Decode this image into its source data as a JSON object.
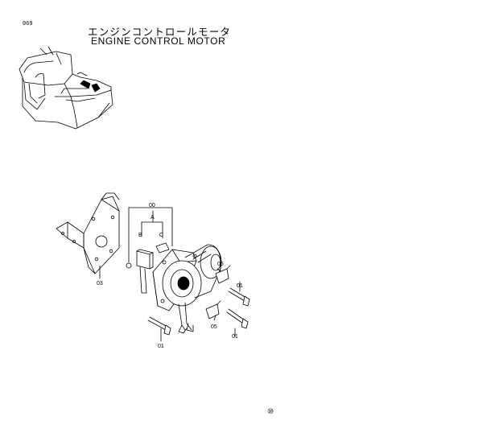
{
  "page_number": "069",
  "title_jp": "エンジンコントロールモータ",
  "title_en": "ENGINE  CONTROL  MOTOR",
  "callouts": [
    {
      "id": "00",
      "label": "00"
    },
    {
      "id": "A",
      "label": "A"
    },
    {
      "id": "B",
      "label": "B"
    },
    {
      "id": "C",
      "label": "C"
    },
    {
      "id": "03",
      "label": "03"
    },
    {
      "id": "05a",
      "label": "05"
    },
    {
      "id": "01a",
      "label": "01"
    },
    {
      "id": "05b",
      "label": "05"
    },
    {
      "id": "01b",
      "label": "01"
    },
    {
      "id": "01c",
      "label": "01"
    }
  ],
  "footer_symbol": "⑩",
  "icons": [
    "excavator-thumbnail",
    "mounting-bracket",
    "control-motor",
    "bolt",
    "clamp-bracket"
  ]
}
